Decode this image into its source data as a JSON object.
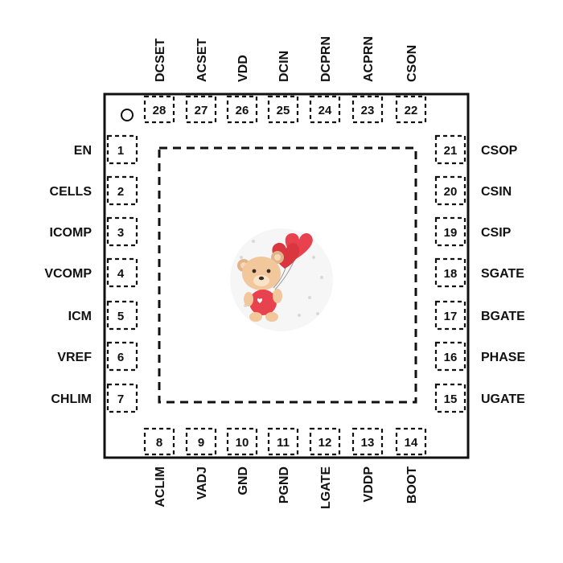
{
  "package": {
    "pins_left": [
      {
        "num": "1",
        "name": "EN"
      },
      {
        "num": "2",
        "name": "CELLS"
      },
      {
        "num": "3",
        "name": "ICOMP"
      },
      {
        "num": "4",
        "name": "VCOMP"
      },
      {
        "num": "5",
        "name": "ICM"
      },
      {
        "num": "6",
        "name": "VREF"
      },
      {
        "num": "7",
        "name": "CHLIM"
      }
    ],
    "pins_bottom": [
      {
        "num": "8",
        "name": "ACLIM"
      },
      {
        "num": "9",
        "name": "VADJ"
      },
      {
        "num": "10",
        "name": "GND"
      },
      {
        "num": "11",
        "name": "PGND"
      },
      {
        "num": "12",
        "name": "LGATE"
      },
      {
        "num": "13",
        "name": "VDDP"
      },
      {
        "num": "14",
        "name": "BOOT"
      }
    ],
    "pins_right": [
      {
        "num": "15",
        "name": "UGATE"
      },
      {
        "num": "16",
        "name": "PHASE"
      },
      {
        "num": "17",
        "name": "BGATE"
      },
      {
        "num": "18",
        "name": "SGATE"
      },
      {
        "num": "19",
        "name": "CSIP"
      },
      {
        "num": "20",
        "name": "CSIN"
      },
      {
        "num": "21",
        "name": "CSOP"
      }
    ],
    "pins_top": [
      {
        "num": "22",
        "name": "CSON"
      },
      {
        "num": "23",
        "name": "ACPRN"
      },
      {
        "num": "24",
        "name": "DCPRN"
      },
      {
        "num": "25",
        "name": "DCIN"
      },
      {
        "num": "26",
        "name": "VDD"
      },
      {
        "num": "27",
        "name": "ACSET"
      },
      {
        "num": "28",
        "name": "DCSET"
      }
    ],
    "colors": {
      "outline": "#111111",
      "heart": "#e8424e",
      "bear": "#f2c79c"
    },
    "center_image": "teddy-bear-with-heart-balloons"
  }
}
